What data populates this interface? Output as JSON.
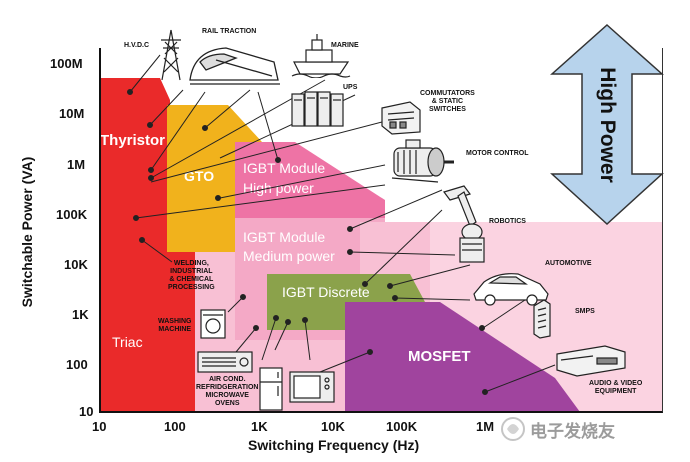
{
  "axes": {
    "y_label": "Switchable Power (VA)",
    "x_label": "Switching Frequency (Hz)",
    "y_ticks": [
      "100M",
      "10M",
      "1M",
      "100K",
      "10K",
      "1K",
      "100",
      "10"
    ],
    "x_ticks": [
      "10",
      "100",
      "1K",
      "10K",
      "100K",
      "1M"
    ]
  },
  "regions": {
    "thyristor": "Thyristor",
    "gto": "GTO",
    "igbt_high_1": "IGBT Module",
    "igbt_high_2": "High power",
    "igbt_med_1": "IGBT Module",
    "igbt_med_2": "Medium power",
    "igbt_discrete": "IGBT Discrete",
    "triac": "Triac",
    "mosfet": "MOSFET"
  },
  "applications": {
    "hvdc": "H.V.D.C",
    "rail": "RAIL TRACTION",
    "marine": "MARINE",
    "ups": "UPS",
    "commutators": "COMMUTATORS\n& STATIC\nSWITCHES",
    "motor": "MOTOR CONTROL",
    "robotics": "ROBOTICS",
    "automotive": "AUTOMOTIVE",
    "welding": "WELDING,\nINDUSTRIAL\n& CHEMICAL\nPROCESSING",
    "washing": "WASHING\nMACHINE",
    "smps": "SMPS",
    "aircond": "AIR COND.\nREFRIDGERATION\nMICROWAVE\nOVENS",
    "audio": "AUDIO & VIDEO\nEQUIPMENT"
  },
  "arrow_label": "High Power",
  "watermark": "电子发烧友",
  "colors": {
    "red": "#ea2a2a",
    "pink_band": "#f5a3bf",
    "gto": "#f1b21c",
    "igbt_high": "#ee73a5",
    "igbt_discrete": "#8ba24b",
    "mosfet": "#a0449e",
    "arrow": "#b7d3ec"
  }
}
